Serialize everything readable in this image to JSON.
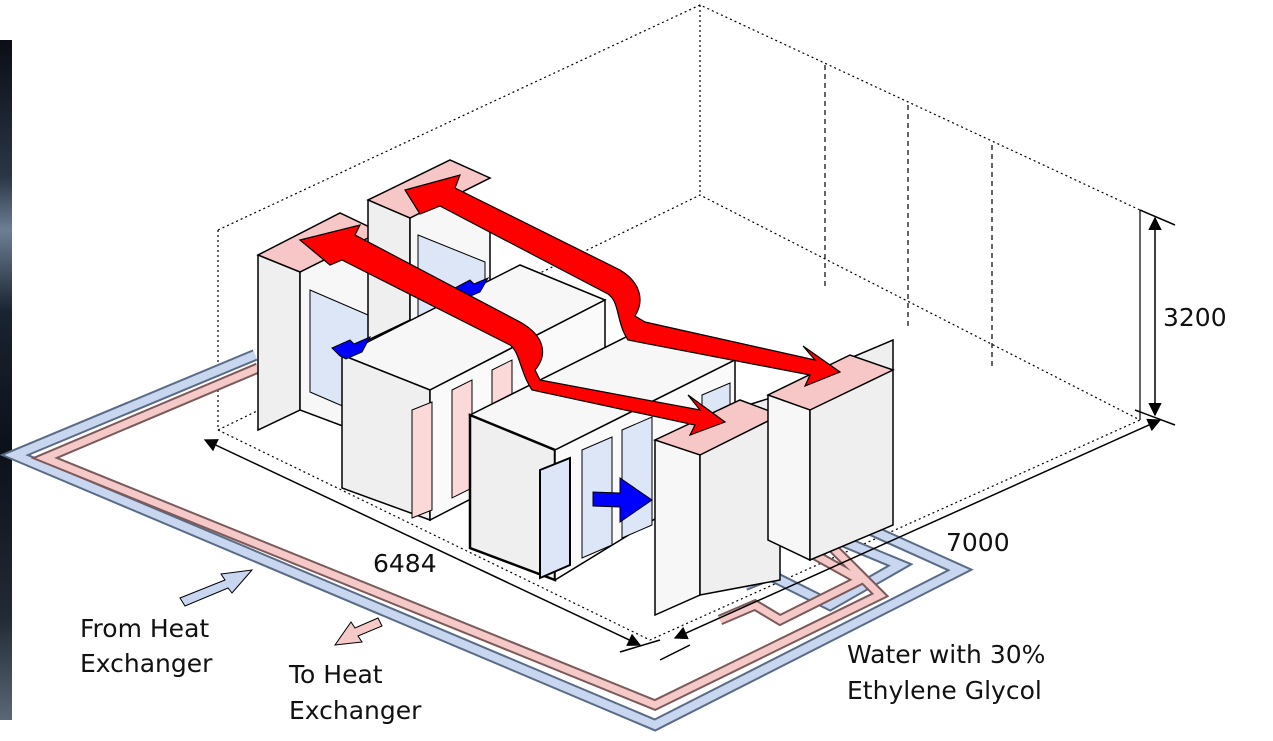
{
  "labels": {
    "height_dim": "3200",
    "width_dim": "7000",
    "length_dim": "6484",
    "from_hx_line1": "From Heat",
    "from_hx_line2": "Exchanger",
    "to_hx_line1": "To Heat",
    "to_hx_line2": "Exchanger",
    "coolant_line1": "Water with 30%",
    "coolant_line2": "Ethylene Glycol"
  },
  "colors": {
    "airflow_hot": "#ff0000",
    "airflow_cold": "#0000ff",
    "pipe_supply": "#c9d6f0",
    "pipe_return": "#f6c9c9",
    "cabinet_face": "#f2f2f2",
    "rack_door_blue": "#dde6f7",
    "rack_door_pink": "#fbd9d9",
    "cooler_top": "#f7c7c7"
  },
  "icons": [
    "hot-air-arrow-icon",
    "cold-air-arrow-icon",
    "dimension-arrow-icon",
    "flow-direction-arrow-icon"
  ]
}
